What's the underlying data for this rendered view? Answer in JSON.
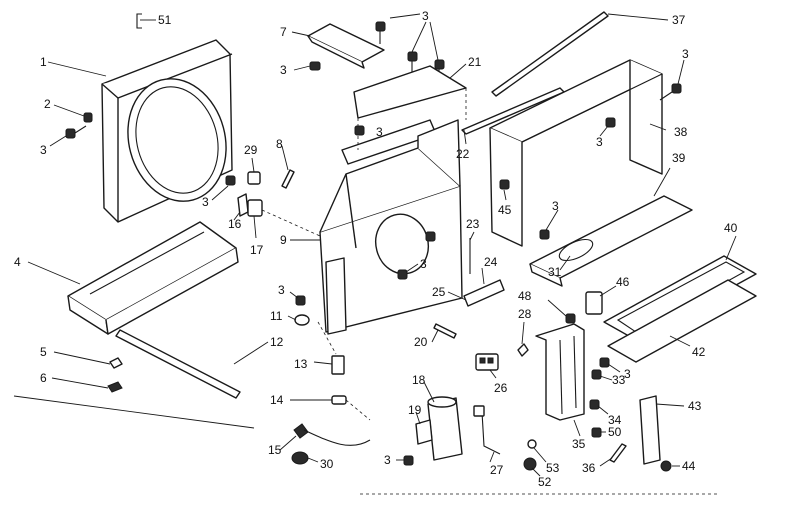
{
  "callouts": [
    {
      "id": "c51",
      "text": "51"
    },
    {
      "id": "c1",
      "text": "1"
    },
    {
      "id": "c2",
      "text": "2"
    },
    {
      "id": "c3a",
      "text": "3"
    },
    {
      "id": "c7",
      "text": "7"
    },
    {
      "id": "c3b",
      "text": "3"
    },
    {
      "id": "c3c",
      "text": "3"
    },
    {
      "id": "c21",
      "text": "21"
    },
    {
      "id": "c3d",
      "text": "3"
    },
    {
      "id": "c37",
      "text": "37"
    },
    {
      "id": "c3e",
      "text": "3"
    },
    {
      "id": "c38",
      "text": "38"
    },
    {
      "id": "c3f",
      "text": "3"
    },
    {
      "id": "c22",
      "text": "22"
    },
    {
      "id": "c39",
      "text": "39"
    },
    {
      "id": "c45",
      "text": "45"
    },
    {
      "id": "c29",
      "text": "29"
    },
    {
      "id": "c8",
      "text": "8"
    },
    {
      "id": "c3g",
      "text": "3"
    },
    {
      "id": "c16",
      "text": "16"
    },
    {
      "id": "c17",
      "text": "17"
    },
    {
      "id": "c9",
      "text": "9"
    },
    {
      "id": "c23",
      "text": "23"
    },
    {
      "id": "c3h",
      "text": "3"
    },
    {
      "id": "c24",
      "text": "24"
    },
    {
      "id": "c31",
      "text": "31"
    },
    {
      "id": "c40",
      "text": "40"
    },
    {
      "id": "c4",
      "text": "4"
    },
    {
      "id": "c3i",
      "text": "3"
    },
    {
      "id": "c3j",
      "text": "3"
    },
    {
      "id": "c25",
      "text": "25"
    },
    {
      "id": "c46",
      "text": "46"
    },
    {
      "id": "c48",
      "text": "48"
    },
    {
      "id": "c11",
      "text": "11"
    },
    {
      "id": "c28",
      "text": "28"
    },
    {
      "id": "c20",
      "text": "20"
    },
    {
      "id": "c12",
      "text": "12"
    },
    {
      "id": "c42",
      "text": "42"
    },
    {
      "id": "c5",
      "text": "5"
    },
    {
      "id": "c13",
      "text": "13"
    },
    {
      "id": "c6",
      "text": "6"
    },
    {
      "id": "c18",
      "text": "18"
    },
    {
      "id": "c26",
      "text": "26"
    },
    {
      "id": "c33",
      "text": "33"
    },
    {
      "id": "c3k",
      "text": "3"
    },
    {
      "id": "c14",
      "text": "14"
    },
    {
      "id": "c43",
      "text": "43"
    },
    {
      "id": "c19",
      "text": "19"
    },
    {
      "id": "c34",
      "text": "34"
    },
    {
      "id": "c50",
      "text": "50"
    },
    {
      "id": "c35",
      "text": "35"
    },
    {
      "id": "c15",
      "text": "15"
    },
    {
      "id": "c30",
      "text": "30"
    },
    {
      "id": "c3l",
      "text": "3"
    },
    {
      "id": "c27",
      "text": "27"
    },
    {
      "id": "c53",
      "text": "53"
    },
    {
      "id": "c52",
      "text": "52"
    },
    {
      "id": "c36",
      "text": "36"
    },
    {
      "id": "c44",
      "text": "44"
    }
  ]
}
